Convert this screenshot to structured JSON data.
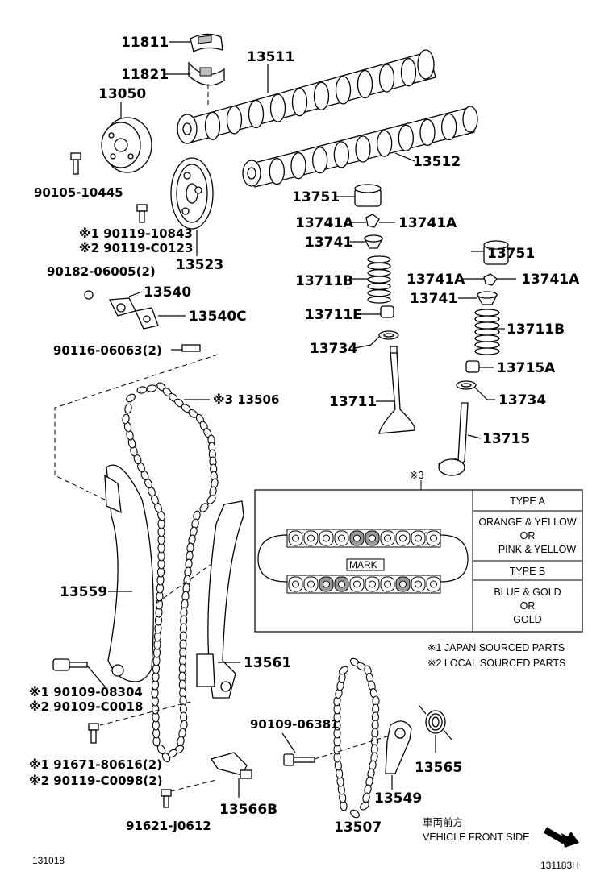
{
  "parts": {
    "p11811": "11811",
    "p11821": "11821",
    "p13511": "13511",
    "p13050": "13050",
    "p13512": "13512",
    "p90105": "90105-10445",
    "p13751a": "13751",
    "p13741a_l": "13741A",
    "p13741a_r": "13741A",
    "p13741_1": "13741",
    "p90119_10843": "※1 90119-10843",
    "p90119_c0123": "※2 90119-C0123",
    "p13523": "13523",
    "p90182": "90182-06005(2)",
    "p13540": "13540",
    "p13540c": "13540C",
    "p13711b_1": "13711B",
    "p13711e": "13711E",
    "p90116": "90116-06063(2)",
    "p13734_1": "13734",
    "p13751b": "13751",
    "p13741a_l2": "13741A",
    "p13741a_r2": "13741A",
    "p13741_2": "13741",
    "p13711b_2": "13711B",
    "p13715a": "13715A",
    "p13711": "13711",
    "p13734_2": "13734",
    "p13715": "13715",
    "p13506": "※3 13506",
    "p13559": "13559",
    "p13561": "13561",
    "p90109_08304": "※1 90109-08304",
    "p90109_c0018": "※2 90109-C0018",
    "p90109_06381": "90109-06381",
    "p13565": "13565",
    "p91671": "※1 91671-80616(2)",
    "p90119_c0098": "※2 90119-C0098(2)",
    "p13549": "13549",
    "p13566b": "13566B",
    "p91621": "91621-J0612",
    "p13507": "13507"
  },
  "note_box": {
    "ref": "※3",
    "mark_label": "MARK",
    "type_a": "TYPE A",
    "type_a_line1": "ORANGE & YELLOW",
    "type_a_line2": "OR",
    "type_a_line3": "PINK & YELLOW",
    "type_b": "TYPE B",
    "type_b_line1": "BLUE & GOLD",
    "type_b_line2": "OR",
    "type_b_line3": "GOLD"
  },
  "legend": {
    "japan": "※1 JAPAN SOURCED PARTS",
    "local": "※2 LOCAL SOURCED PARTS"
  },
  "direction": {
    "jp": "車両前方",
    "en": "VEHICLE FRONT SIDE"
  },
  "footer": {
    "left_code": "131018",
    "right_code": "131183H"
  }
}
